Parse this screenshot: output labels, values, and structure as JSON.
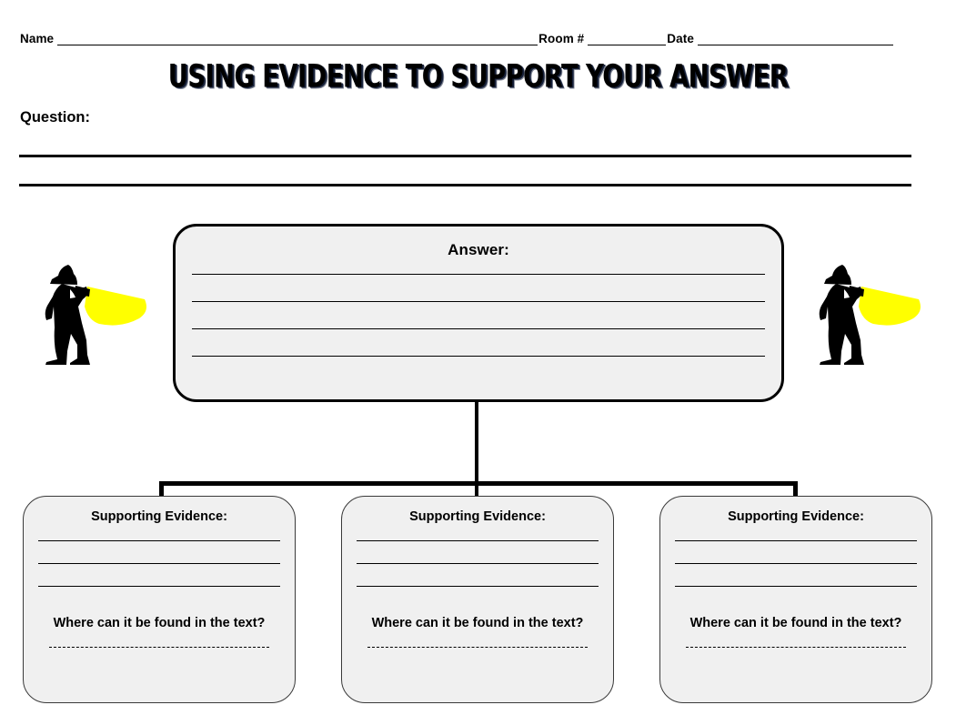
{
  "header": {
    "name_label": "Name",
    "room_label": "Room #",
    "date_label": "Date"
  },
  "title": "Using Evidence to Support Your Answer",
  "question": {
    "label": "Question:",
    "line_count": 2
  },
  "answer": {
    "title": "Answer:",
    "line_count": 4
  },
  "decorations": {
    "left_detective": "detective-with-flashlight-icon",
    "right_detective": "detective-with-flashlight-icon",
    "flashlight_beam_color": "#ffff00",
    "silhouette_color": "#000000"
  },
  "evidence_boxes": [
    {
      "title": "Supporting Evidence:",
      "question": "Where can it be found in the text?",
      "line_count": 3,
      "answer_placeholder": "----------------------------------------"
    },
    {
      "title": "Supporting Evidence:",
      "question": "Where can it be found in the text?",
      "line_count": 3,
      "answer_placeholder": "----------------------------------------"
    },
    {
      "title": "Supporting Evidence:",
      "question": "Where can it be found in the text?",
      "line_count": 3,
      "answer_placeholder": "----------------------------------------"
    }
  ],
  "colors": {
    "page_background": "#ffffff",
    "box_fill": "#f0f0f0",
    "box_border": "#000000",
    "text": "#000000",
    "title_shadow": "#17213a"
  }
}
